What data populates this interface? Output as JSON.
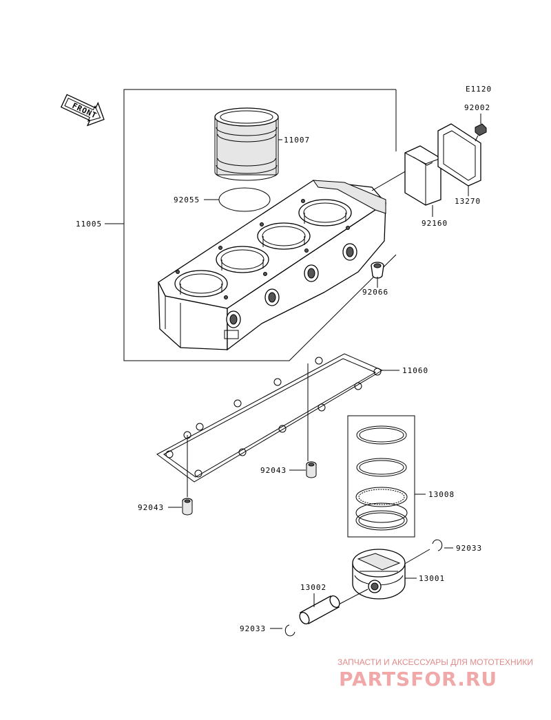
{
  "diagram": {
    "ref_code": "E1120",
    "front_label": "FRONT",
    "callouts": {
      "p11007": "11007",
      "p92055": "92055",
      "p11005": "11005",
      "p92002": "92002",
      "p13270": "13270",
      "p92160": "92160",
      "p92066": "92066",
      "p11060": "11060",
      "p92043a": "92043",
      "p92043b": "92043",
      "p13008": "13008",
      "p92033a": "92033",
      "p13001": "13001",
      "p13002": "13002",
      "p92033b": "92033"
    }
  },
  "watermark": {
    "tagline": "ЗАПЧАСТИ И АКСЕССУАРЫ ДЛЯ МОТОТЕХНИКИ",
    "brand": "PARTSFOR.RU"
  }
}
